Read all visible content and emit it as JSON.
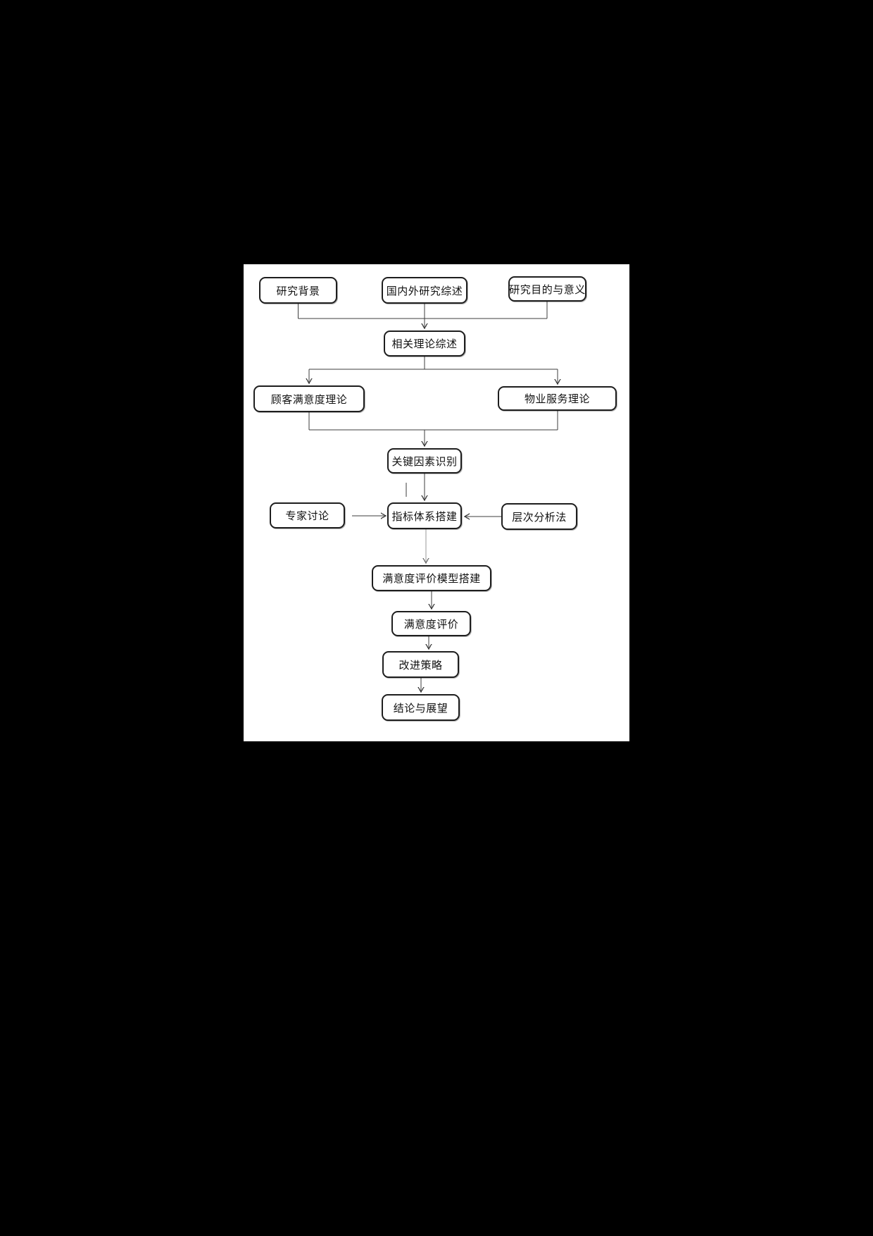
{
  "page": {
    "background_color": "#000000",
    "panel_background_color": "#ffffff"
  },
  "diagram": {
    "type": "flowchart",
    "connector_color": "#3d3d3d",
    "connector_light_color": "#9a9a9a",
    "node_border_color": "#1e1e1e",
    "nodes": [
      {
        "name": "research-background",
        "label": "研究背景"
      },
      {
        "name": "domestic-foreign-research-review",
        "label": "国内外研究综述"
      },
      {
        "name": "research-purpose-significance",
        "label": "研究目的与意义"
      },
      {
        "name": "related-theory-review",
        "label": "相关理论综述"
      },
      {
        "name": "customer-satisfaction-theory",
        "label": "顾客满意度理论"
      },
      {
        "name": "property-service-theory",
        "label": "物业服务理论"
      },
      {
        "name": "key-factor-identification",
        "label": "关键因素识别"
      },
      {
        "name": "expert-discussion",
        "label": "专家讨论"
      },
      {
        "name": "indicator-system-construction",
        "label": "指标体系搭建"
      },
      {
        "name": "ahp-method",
        "label": "层次分析法"
      },
      {
        "name": "satisfaction-evaluation-model-construction",
        "label": "满意度评价模型搭建"
      },
      {
        "name": "satisfaction-evaluation",
        "label": "满意度评价"
      },
      {
        "name": "improvement-strategy",
        "label": "改进策略"
      },
      {
        "name": "conclusion-and-outlook",
        "label": "结论与展望"
      }
    ]
  }
}
